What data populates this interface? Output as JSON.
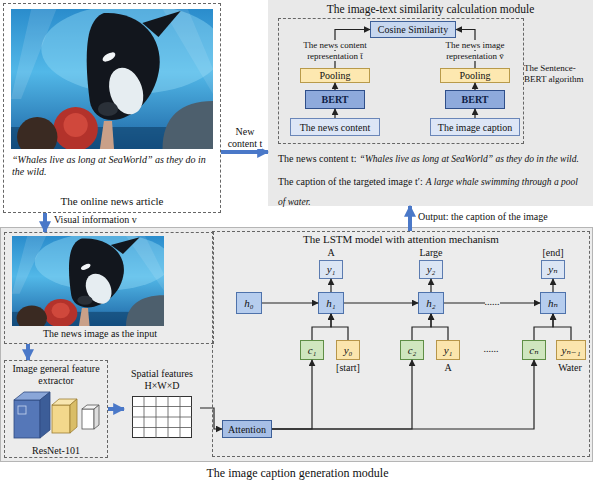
{
  "diagram": {
    "nodes": [
      {
        "text": [
          "“Whales live as long at SeaWorld” as they do in the wild.",
          "The online news article"
        ]
      },
      {
        "text": [
          "The image-text similarity calculation module",
          "The news content t:",
          "“Whales live as long at SeaWorld” as they do in the wild.",
          "The caption of the targeted image t′:",
          "A large whale swimming through a pool of water."
        ]
      },
      {
        "text": [
          "The Sentence-BERT algorithm"
        ],
        "in": 1
      },
      {
        "text": [
          "Cosine Similarity"
        ],
        "in": 2
      },
      {
        "text": [
          "Pooling"
        ],
        "in": 2
      },
      {
        "text": [
          "Pooling"
        ],
        "in": 2
      },
      {
        "text": [
          "BERT"
        ],
        "in": 2
      },
      {
        "text": [
          "BERT"
        ],
        "in": 2
      },
      {
        "text": [
          "The news content"
        ],
        "in": 2
      },
      {
        "text": [
          "The image caption"
        ],
        "in": 2
      },
      {
        "text": [
          "The image caption generation module"
        ]
      },
      {
        "text": [
          "The news image as the input"
        ],
        "in": 10
      },
      {
        "text": [
          "Image general feature extractor",
          "ResNet-101"
        ],
        "in": 10
      },
      {
        "text": [
          "Spatial features H×W×D"
        ],
        "in": 10
      },
      {
        "text": [
          "The LSTM model with attention mechanism"
        ],
        "in": 10
      },
      {
        "text": [
          "h₀"
        ],
        "in": 14
      },
      {
        "text": [
          "h₁"
        ],
        "in": 14
      },
      {
        "text": [
          "h₂"
        ],
        "in": 14
      },
      {
        "text": [
          "hₙ"
        ],
        "in": 14
      },
      {
        "text": [
          "y₁"
        ],
        "in": 14
      },
      {
        "text": [
          "y₂"
        ],
        "in": 14
      },
      {
        "text": [
          "yₙ"
        ],
        "in": 14
      },
      {
        "text": [
          "c₁"
        ],
        "in": 14
      },
      {
        "text": [
          "c₂"
        ],
        "in": 14
      },
      {
        "text": [
          "cₙ"
        ],
        "in": 14
      },
      {
        "text": [
          "y₀"
        ],
        "in": 14
      },
      {
        "text": [
          "y₁"
        ],
        "in": 14
      },
      {
        "text": [
          "yₙ₋₁"
        ],
        "in": 14
      },
      {
        "text": [
          "Attention"
        ],
        "in": 14
      }
    ],
    "edges": [
      {
        "from": 0,
        "to": 1,
        "arrow": "to",
        "label": "New content t"
      },
      {
        "from": 0,
        "to": 11,
        "arrow": "to",
        "label": "Visual information v"
      },
      {
        "from": 11,
        "to": 12,
        "arrow": "to"
      },
      {
        "from": 12,
        "to": 13,
        "arrow": "to"
      },
      {
        "from": 13,
        "to": 28,
        "arrow": "to"
      },
      {
        "from": 15,
        "to": 16,
        "arrow": "to"
      },
      {
        "from": 16,
        "to": 17,
        "arrow": "to"
      },
      {
        "from": 17,
        "to": 18,
        "arrow": "to",
        "label": "......"
      },
      {
        "from": 16,
        "to": 19,
        "arrow": "to"
      },
      {
        "from": 17,
        "to": 20,
        "arrow": "to"
      },
      {
        "from": 18,
        "to": 21,
        "arrow": "to"
      },
      {
        "from": 22,
        "to": 16,
        "arrow": "to"
      },
      {
        "from": 23,
        "to": 17,
        "arrow": "to"
      },
      {
        "from": 24,
        "to": 18,
        "arrow": "to"
      },
      {
        "from": 25,
        "to": 16,
        "arrow": "to"
      },
      {
        "from": 26,
        "to": 17,
        "arrow": "to"
      },
      {
        "from": 27,
        "to": 18,
        "arrow": "to"
      },
      {
        "from": 28,
        "to": 22,
        "arrow": "to"
      },
      {
        "from": 28,
        "to": 23,
        "arrow": "to"
      },
      {
        "from": 28,
        "to": 24,
        "arrow": "to"
      },
      {
        "from": 14,
        "to": 1,
        "arrow": "to",
        "label": "Output: the caption of the image"
      },
      {
        "from": 8,
        "to": 6,
        "arrow": "to"
      },
      {
        "from": 9,
        "to": 7,
        "arrow": "to"
      },
      {
        "from": 6,
        "to": 4,
        "arrow": "to"
      },
      {
        "from": 7,
        "to": 5,
        "arrow": "to"
      },
      {
        "from": 4,
        "to": 3,
        "arrow": "to",
        "label": "The news content representation t̄"
      },
      {
        "from": 5,
        "to": 3,
        "arrow": "to",
        "label": "The news image representation v̄"
      }
    ],
    "labels": [
      "A",
      "Large",
      "[end]",
      "[start]",
      "A",
      "Water",
      "......"
    ]
  }
}
